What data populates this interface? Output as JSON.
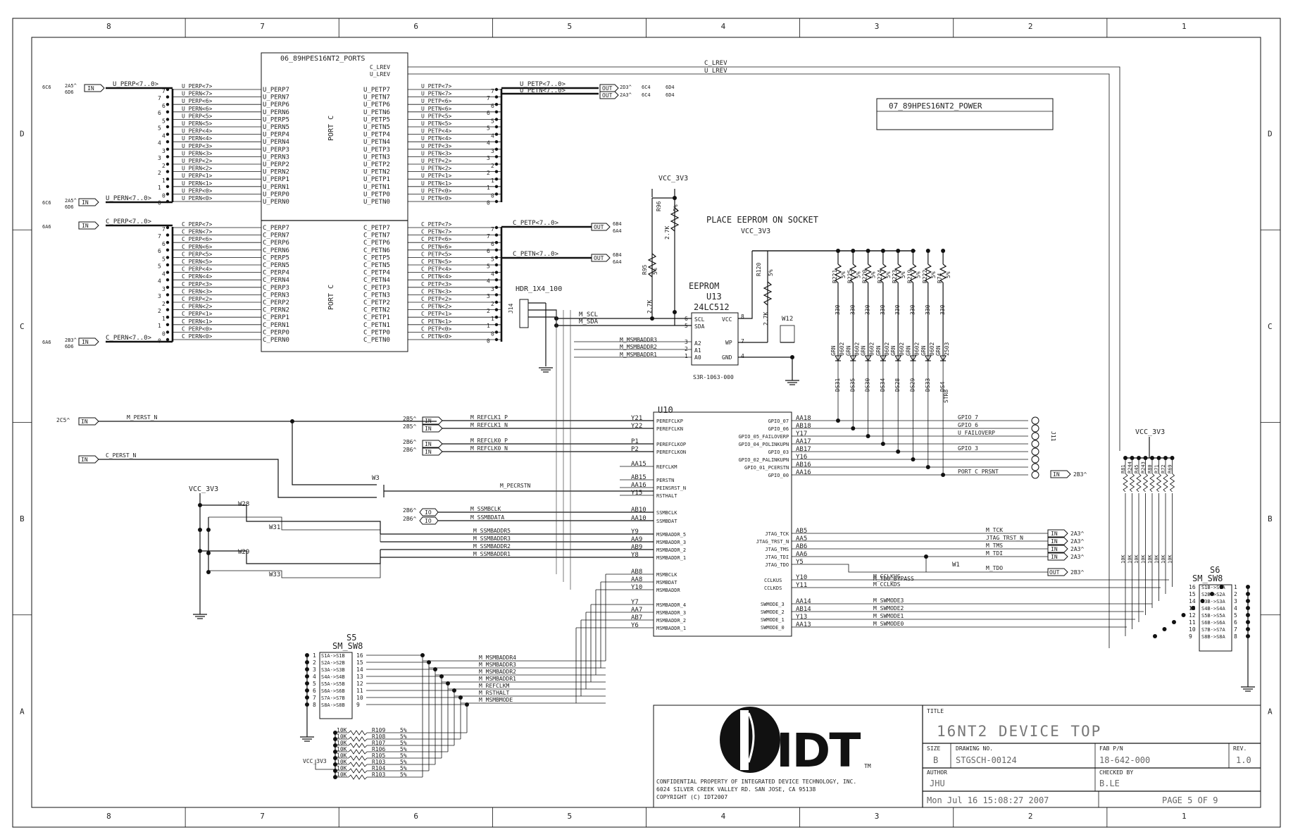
{
  "frame": {
    "columns": [
      "8",
      "7",
      "6",
      "5",
      "4",
      "3",
      "2",
      "1"
    ],
    "rows": [
      "D",
      "C",
      "B",
      "A"
    ]
  },
  "ports_block": {
    "title": "06_89HPES16NT2_PORTS",
    "clkrev": [
      "C_LREV",
      "U_LREV"
    ],
    "upstream": {
      "perp_bus": "U_PERP<7..0>",
      "pern_bus": "U_PERN<7..0>",
      "petp_bus": "U_PETP<7..0>",
      "petn_bus": "U_PETN<7..0>",
      "perp_ref": "6C6",
      "perp_ref2": "2A5^",
      "perp_ref3": "6D6",
      "pern_ref": "6C6",
      "pern_ref2": "2A5^",
      "pern_ref3": "6D6",
      "petp_ref": "2D3^",
      "petp_ref2": "6C4",
      "petp_ref3": "6D4",
      "petn_ref": "2A3^",
      "left_pins": [
        "U_PERP7",
        "U_PERN7",
        "U_PERP6",
        "U_PERN6",
        "U_PERP5",
        "U_PERN5",
        "U_PERP4",
        "U_PERN4",
        "U_PERP3",
        "U_PERN3",
        "U_PERP2",
        "U_PERN2",
        "U_PERP1",
        "U_PERN1",
        "U_PERP0",
        "U_PERN0"
      ],
      "right_pins": [
        "U_PETP7",
        "U_PETN7",
        "U_PETP6",
        "U_PETN6",
        "U_PETP5",
        "U_PETN5",
        "U_PETP4",
        "U_PETN4",
        "U_PETP3",
        "U_PETN3",
        "U_PETP2",
        "U_PETN2",
        "U_PETP1",
        "U_PETN1",
        "U_PETP0",
        "U_PETN0"
      ],
      "left_nets": [
        "U_PERP<7>",
        "U_PERN<7>",
        "U_PERP<6>",
        "U_PERN<6>",
        "U_PERP<5>",
        "U_PERN<5>",
        "U_PERP<4>",
        "U_PERN<4>",
        "U_PERP<3>",
        "U_PERN<3>",
        "U_PERP<2>",
        "U_PERN<2>",
        "U_PERP<1>",
        "U_PERN<1>",
        "U_PERP<0>",
        "U_PERN<0>"
      ],
      "right_nets": [
        "U_PETP<7>",
        "U_PETN<7>",
        "U_PETP<6>",
        "U_PETN<6>",
        "U_PETP<5>",
        "U_PETN<5>",
        "U_PETP<4>",
        "U_PETN<4>",
        "U_PETP<3>",
        "U_PETN<3>",
        "U_PETP<2>",
        "U_PETN<2>",
        "U_PETP<1>",
        "U_PETN<1>",
        "U_PETP<0>",
        "U_PETN<0>"
      ],
      "port_label": "PORT C"
    },
    "downstream": {
      "perp_bus": "C_PERP<7..0>",
      "pern_bus": "C_PERN<7..0>",
      "petp_bus": "C_PETP<7..0>",
      "petn_bus": "C_PETN<7..0>",
      "left_pins": [
        "C_PERP7",
        "C_PERN7",
        "C_PERP6",
        "C_PERN6",
        "C_PERP5",
        "C_PERN5",
        "C_PERP4",
        "C_PERN4",
        "C_PERP3",
        "C_PERN3",
        "C_PERP2",
        "C_PERN2",
        "C_PERP1",
        "C_PERN1",
        "C_PERP0",
        "C_PERN0"
      ],
      "right_pins": [
        "C_PETP7",
        "C_PETN7",
        "C_PETP6",
        "C_PETN6",
        "C_PETP5",
        "C_PETN5",
        "C_PETP4",
        "C_PETN4",
        "C_PETP3",
        "C_PETN3",
        "C_PETP2",
        "C_PETN2",
        "C_PETP1",
        "C_PETN1",
        "C_PETP0",
        "C_PETN0"
      ],
      "left_nets": [
        "C_PERP<7>",
        "C_PERN<7>",
        "C_PERP<6>",
        "C_PERN<6>",
        "C_PERP<5>",
        "C_PERN<5>",
        "C_PERP<4>",
        "C_PERN<4>",
        "C_PERP<3>",
        "C_PERN<3>",
        "C_PERP<2>",
        "C_PERN<2>",
        "C_PERP<1>",
        "C_PERN<1>",
        "C_PERP<0>",
        "C_PERN<0>"
      ],
      "right_nets": [
        "C_PETP<7>",
        "C_PETN<7>",
        "C_PETP<6>",
        "C_PETN<6>",
        "C_PETP<5>",
        "C_PETN<5>",
        "C_PETP<4>",
        "C_PETN<4>",
        "C_PETP<3>",
        "C_PETN<3>",
        "C_PETP<2>",
        "C_PETN<2>",
        "C_PETP<1>",
        "C_PETN<1>",
        "C_PETP<0>",
        "C_PETN<0>"
      ],
      "port_label": "PORT C",
      "perp_ref": "6A6",
      "pern_ref": "6A6",
      "pern_ref2": "2B3^",
      "pern_ref3": "6D6",
      "petp_ref": "6B4",
      "petp_ref2": "6A4",
      "petn_ref": "6B4",
      "petn_ref2": "6A4"
    },
    "bit_numbers": [
      "7",
      "6",
      "5",
      "4",
      "3",
      "2",
      "1",
      "0"
    ]
  },
  "power_block": {
    "title": "07_89HPES16NT2_POWER"
  },
  "eeprom": {
    "note": "PLACE EEPROM ON SOCKET",
    "name": "EEPROM",
    "ref": "U13",
    "part": "24LC512",
    "pins_left": [
      "SCL",
      "SDA",
      "A2",
      "A1",
      "A0"
    ],
    "pins_right": [
      "VCC",
      "WP",
      "GND"
    ],
    "pin_nums_left": [
      "6",
      "5",
      "3",
      "2",
      "1"
    ],
    "pin_nums_right": [
      "8",
      "7",
      "4"
    ],
    "socket": "S3R-1063-000",
    "vcc_top": "VCC_3V3",
    "vcc_mid": "VCC_3V3",
    "r_left": [
      "R96",
      "5%",
      "2.7K"
    ],
    "r_left2": [
      "R95",
      "5%",
      "2.7K"
    ],
    "r_wp": [
      "R120",
      "5%",
      "2.7K"
    ],
    "header": "HDR_1X4_100",
    "header_ref": "J14",
    "jumper": "W12",
    "nets": [
      "M_SCL",
      "M_SDA",
      "M_MSMBADDR3",
      "M_MSMBADDR2",
      "M_MSMBADDR1"
    ]
  },
  "leds": {
    "resistors": [
      "R221",
      "R225",
      "R220",
      "R224",
      "R223",
      "R219",
      "R222",
      "R74"
    ],
    "tolerance": "5%",
    "values": [
      "330",
      "330",
      "330",
      "330",
      "330",
      "330",
      "330",
      "330"
    ],
    "led_colors": [
      "GRN",
      "GRN",
      "GRN",
      "GRN",
      "GRN",
      "GRN",
      "GRN",
      "GRN"
    ],
    "led_parts": [
      "0602",
      "0602",
      "0602",
      "0602",
      "0602",
      "0602",
      "0602",
      "2503"
    ],
    "led_refs": [
      "DS31",
      "DS35",
      "DS30",
      "DS34",
      "DS28",
      "DS29",
      "DS33",
      "DS4"
    ],
    "last_ref": "STR8"
  },
  "u10": {
    "ref": "U10",
    "left_pins": [
      "PEREFCLKP",
      "PEREFCLKN",
      "PEREFCLKOP",
      "PEREFCLKON",
      "REFCLKM",
      "PERSTN",
      "PEINSRST_N",
      "RSTHALT",
      "SSMBCLK",
      "SSMBDAT",
      "MSMBADDR_5",
      "MSMBADDR_3",
      "MSMBADDR_2",
      "MSMBADDR_1",
      "MSMBCLK",
      "MSMBDAT",
      "MSMBADDR",
      "MSMBADDR_4",
      "MSMBADDR_3",
      "MSMBADDR_2",
      "MSMBADDR_1"
    ],
    "left_balls": [
      "Y21",
      "Y22",
      "P1",
      "P2",
      "AA15",
      "AB15",
      "AA16",
      "Y15",
      "AB10",
      "AA10",
      "Y9",
      "AA9",
      "AB9",
      "Y8",
      "AB8",
      "AA8",
      "Y10",
      "Y7",
      "AA7",
      "AB7",
      "Y6"
    ],
    "right_pins": [
      "GPIO_07",
      "GPIO_06",
      "GPIO_05_FAILOVERP",
      "GPIO_04_POLINKUPN",
      "GPIO_03",
      "GPIO_02_PALINKUPN",
      "GPIO_01_PCERSTN",
      "GPIO_00"
    ],
    "right_balls": [
      "AA18",
      "AB18",
      "Y17",
      "AA17",
      "AB17",
      "Y16",
      "AB16",
      "AA16"
    ],
    "jtag_pins": [
      "JTAG_TCK",
      "JTAG_TRST_N",
      "JTAG_TMS",
      "JTAG_TDI",
      "JTAG_TDO"
    ],
    "jtag_balls": [
      "AB5",
      "AA5",
      "AB6",
      "AA6",
      "Y5"
    ],
    "cclk_pins": [
      "CCLKUS",
      "CCLKDS"
    ],
    "cclk_balls": [
      "Y10",
      "Y11"
    ],
    "swmode_pins": [
      "SWMODE_3",
      "SWMODE_2",
      "SWMODE_1",
      "SWMODE_0"
    ],
    "swmode_balls": [
      "AA14",
      "AB14",
      "Y13",
      "AA13"
    ]
  },
  "left_inputs": {
    "perst": {
      "ref": "2C5^",
      "net": "M_PERST_N"
    },
    "c_perst": {
      "net": "C_PERST_N"
    },
    "refclk1_p": {
      "ref": "2B5^",
      "net": "M_REFCLK1_P"
    },
    "refclk1_n": {
      "ref": "2B5^",
      "net": "M_REFCLK1_N"
    },
    "refclk0_p": {
      "ref": "2B6^",
      "net": "M_REFCLK0_P"
    },
    "refclk0_n": {
      "ref": "2B6^",
      "net": "M_REFCLK0_N"
    },
    "ssmbclk": {
      "ref": "2B6^",
      "net": "M_SSMBCLK"
    },
    "ssmbdata": {
      "ref": "2B6^",
      "net": "M_SSMBDATA"
    },
    "pecrstn": "M_PECRSTN",
    "ssmb_addr": [
      "M_SSMBADDR5",
      "M_SSMBADDR3",
      "M_SSMBADDR2",
      "M_SSMBADDR1"
    ],
    "w3": "W3",
    "w28": "W28",
    "w31": "W31",
    "w29": "W29",
    "w33": "W33",
    "vcc": "VCC_3V3"
  },
  "gpio_nets": {
    "nets": [
      "GPIO_7",
      "GPIO_6",
      "U_FAILOVERP",
      "GPIO_3",
      "PORT_C_PRSNT"
    ],
    "ref": "2B3^",
    "connector": "J11"
  },
  "jtag": {
    "nets": [
      "M_TCK",
      "JTAG_TRST_N",
      "M_TMS",
      "M_TDI",
      "M_TDO"
    ],
    "refs": [
      "2A3^",
      "2A3^",
      "2A3^",
      "2A3^",
      "2B3^"
    ],
    "bypass": "M_TDO_BYPASS",
    "jumper": "W1"
  },
  "swmode_nets": [
    "M_CCLKUS",
    "M_CCLKDS",
    "M_SWMODE3",
    "M_SWMODE2",
    "M_SWMODE1",
    "M_SWMODE0"
  ],
  "s6": {
    "ref": "S6",
    "part": "SM_SW8",
    "vcc": "VCC_3V3",
    "resistors": [
      "R81",
      "R244",
      "R45",
      "R243",
      "R80",
      "R71",
      "R72",
      "R69"
    ],
    "value": "10K",
    "tol": "5%",
    "pins_left": [
      "16",
      "15",
      "14",
      "13",
      "12",
      "11",
      "10",
      "9"
    ],
    "pins_right": [
      "1",
      "2",
      "3",
      "4",
      "5",
      "6",
      "7",
      "8"
    ],
    "switch_labels": [
      "S1B->S1A",
      "S2B->S2A",
      "S3B->S3A",
      "S4B->S4A",
      "S5B->S5A",
      "S6B->S6A",
      "S7B->S7A",
      "S8B->S8A"
    ]
  },
  "s5": {
    "ref": "S5",
    "part": "SM_SW8",
    "pins_left": [
      "1",
      "2",
      "3",
      "4",
      "5",
      "6",
      "7",
      "8"
    ],
    "pins_right": [
      "16",
      "15",
      "14",
      "13",
      "12",
      "11",
      "10",
      "9"
    ],
    "switch_labels": [
      "S1A->S1B",
      "S2A->S2B",
      "S3A->S3B",
      "S4A->S4B",
      "S5A->S5B",
      "S6A->S6B",
      "S7A->S7B",
      "S8A->S8B"
    ],
    "nets": [
      "M_MSMBADDR4",
      "M_MSMBADDR3",
      "M_MSMBADDR2",
      "M_MSMBADDR1",
      "M_REFCLKM",
      "M_RSTHALT",
      "M_MSMBMODE"
    ],
    "resistors": [
      "R109",
      "R108",
      "R107",
      "R106",
      "R105",
      "R103",
      "R104",
      "R103"
    ],
    "value": "10K",
    "tol": "5%",
    "vcc": "VCC_3V3"
  },
  "title_block": {
    "title_label": "TITLE",
    "title": "16NT2 DEVICE TOP",
    "size_label": "SIZE",
    "size": "B",
    "drawing_label": "DRAWING NO.",
    "drawing": "STGSCH-00124",
    "fab_label": "FAB P/N",
    "fab": "18-642-000",
    "rev_label": "REV.",
    "rev": "1.0",
    "author_label": "AUTHOR",
    "author": "JHU",
    "checked_label": "CHECKED BY",
    "checked": "B.LE",
    "date": "Mon Jul 16 15:08:27 2007",
    "page": "PAGE 5 OF 9",
    "logo": "IDT",
    "tm": "TM",
    "confidential": "CONFIDENTIAL PROPERTY OF INTEGRATED DEVICE TECHNOLOGY, INC.",
    "address": "6024 SILVER CREEK VALLEY RD. SAN JOSE, CA 95138",
    "copyright": "COPYRIGHT (C) IDT2007"
  }
}
